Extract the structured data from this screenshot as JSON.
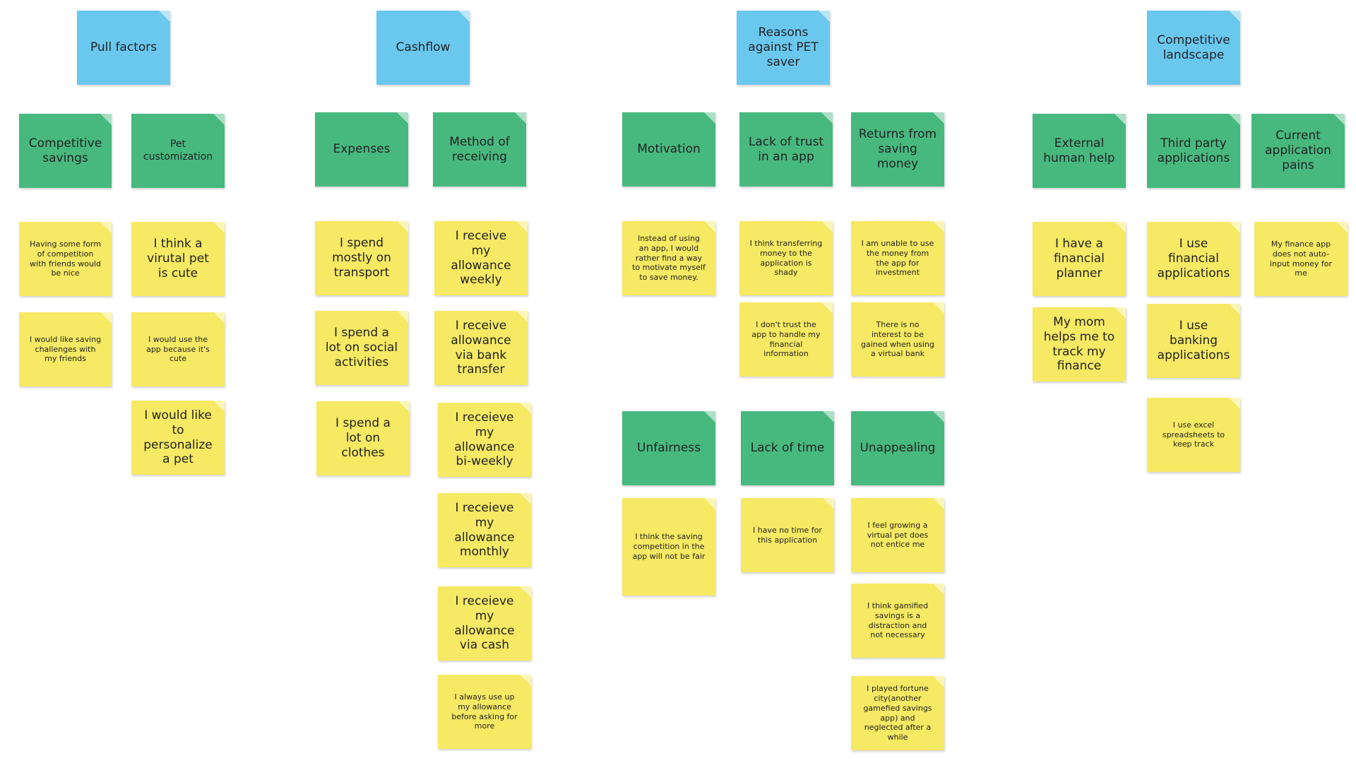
{
  "colors": {
    "header": "#6ac8ef",
    "sub_category": "#47b97f",
    "sticky": "#f6e963",
    "background": "#ffffff"
  },
  "headers": {
    "pull_factors": "Pull factors",
    "cashflow": "Cashflow",
    "reasons_against": "Reasons against PET saver",
    "competitive_landscape": "Competitive landscape"
  },
  "subs": {
    "competitive_savings": "Competitive savings",
    "pet_customization": "Pet customization",
    "expenses": "Expenses",
    "method_of_receiving": "Method of receiving",
    "motivation": "Motivation",
    "lack_of_trust": "Lack of trust in an app",
    "returns_from_saving": "Returns from saving money",
    "unfairness": "Unfairness",
    "lack_of_time": "Lack of time",
    "unappealing": "Unappealing",
    "external_human_help": "External human help",
    "third_party_apps": "Third party applications",
    "current_app_pains": "Current application pains"
  },
  "notes": {
    "competition_friends": "Having some form of competition with friends would be nice",
    "saving_challenges": "I would like saving challenges with my friends",
    "virtual_pet_cute": "I think a virutal pet is cute",
    "use_app_cute": "I would use the app because it's cute",
    "personalize_pet": "I would like to personalize a pet",
    "spend_transport": "I spend mostly on transport",
    "spend_social": "I spend a lot on social activities",
    "spend_clothes": "I spend a lot on clothes",
    "allowance_weekly": "I receive my allowance weekly",
    "allowance_bank": "I receive allowance via bank transfer",
    "allowance_biweekly": "I receieve my allowance bi-weekly",
    "allowance_monthly": "I receieve my allowance monthly",
    "allowance_cash": "I receieve my allowance via cash",
    "use_up_allowance": "I always use up my allowance before asking for more",
    "motivate_self": "Instead of using an app, I would rather find a way to motivate myself to save money.",
    "transfer_shady": "I think transferring money to the application is shady",
    "dont_trust": "I don't trust the app to handle my financial information",
    "unable_invest": "I am unable to use the money from the app for investment",
    "no_interest": "There is no interest to be gained when using a virtual bank",
    "competition_unfair": "I think the saving competition in the app will not be fair",
    "no_time": "I have no time for this application",
    "pet_not_entice": "I feel growing a virtual pet does not entice me",
    "gamified_distraction": "I think gamified savings is a distraction and not necessary",
    "fortune_city": "I played fortune city(another gamefied savings app) and neglected after a while",
    "financial_planner": "I have a financial planner",
    "mom_helps": "My mom helps me to track my finance",
    "use_financial_apps": "I use financial applications",
    "use_banking_apps": "I use banking applications",
    "use_excel": "I use excel spreadsheets to keep track",
    "no_auto_input": "My finance app does not auto-input money for me"
  }
}
